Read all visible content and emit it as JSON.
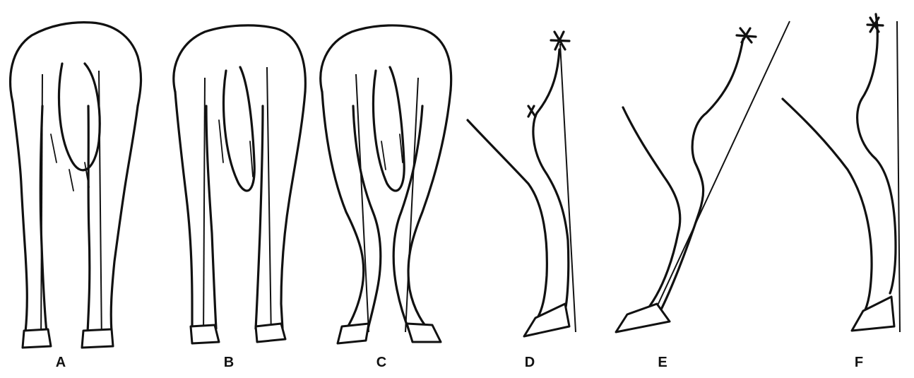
{
  "figure": {
    "panels": [
      {
        "id": "A",
        "label": "A"
      },
      {
        "id": "B",
        "label": "B"
      },
      {
        "id": "C",
        "label": "C"
      },
      {
        "id": "D",
        "label": "D"
      },
      {
        "id": "E",
        "label": "E"
      },
      {
        "id": "F",
        "label": "F"
      }
    ]
  }
}
